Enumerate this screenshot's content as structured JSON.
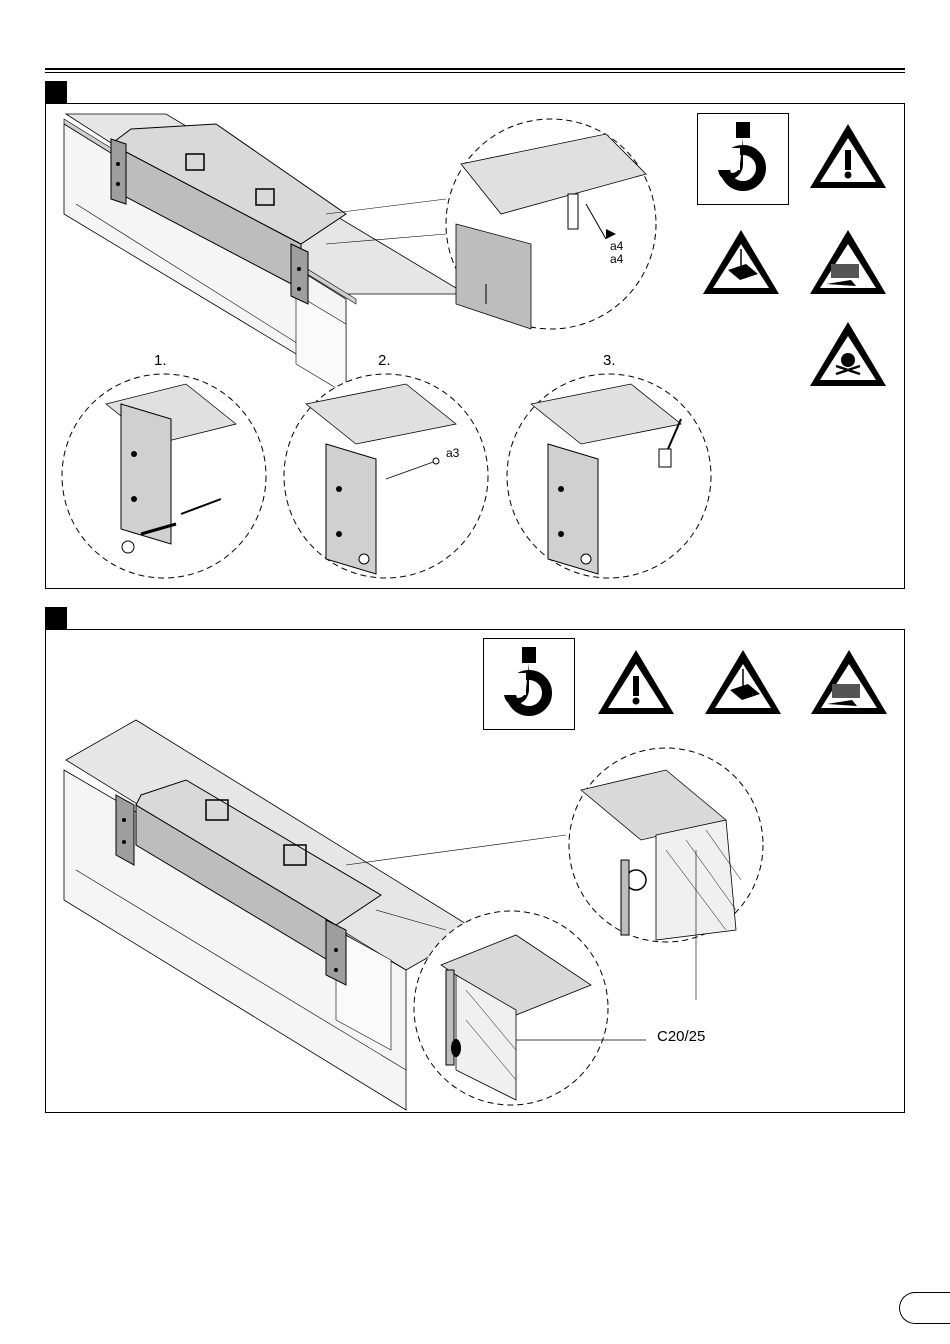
{
  "steps": [
    {
      "sub_labels": [
        "1.",
        "2.",
        "3."
      ],
      "weld_symbols": [
        "a4",
        "a4",
        "a3"
      ],
      "icons": [
        "crane-hook-icon",
        "general-warning-icon",
        "suspended-load-warning-icon",
        "crushing-hazard-warning-icon",
        "toxic-hazard-warning-icon"
      ]
    },
    {
      "concrete_label": "C20/25",
      "icons": [
        "crane-hook-icon",
        "general-warning-icon",
        "suspended-load-warning-icon",
        "crushing-hazard-warning-icon"
      ]
    }
  ]
}
